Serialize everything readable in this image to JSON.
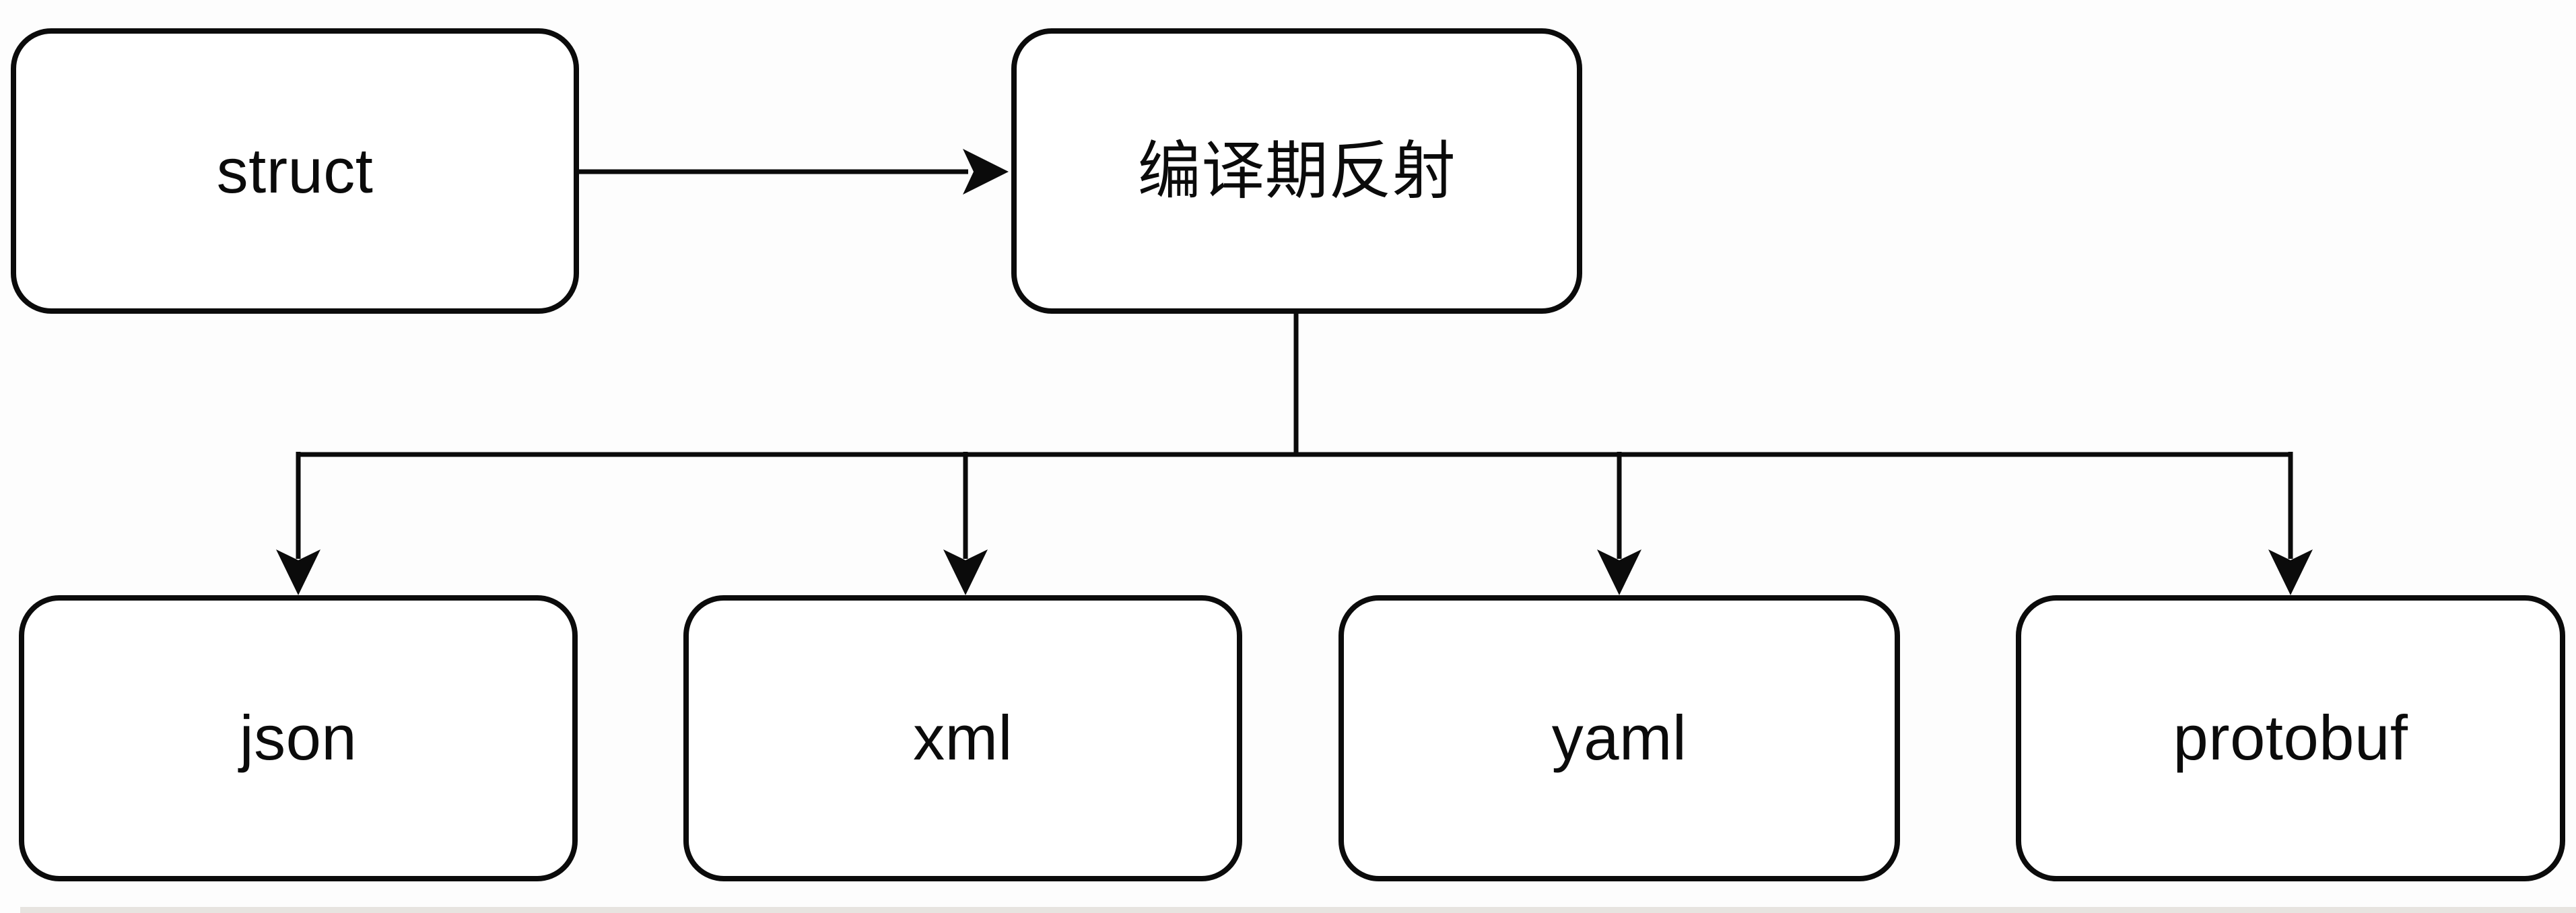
{
  "diagram": {
    "background_color": "#ffffff",
    "stroke_color": "#0b0b0b",
    "text_color": "#0b0b0b",
    "nodes": [
      {
        "id": "struct",
        "label": "struct"
      },
      {
        "id": "hub",
        "label": "编译期反射"
      },
      {
        "id": "json",
        "label": "json"
      },
      {
        "id": "xml",
        "label": "xml"
      },
      {
        "id": "yaml",
        "label": "yaml"
      },
      {
        "id": "protobuf",
        "label": "protobuf"
      }
    ],
    "edges": [
      {
        "from": "struct",
        "to": "编译期反射"
      },
      {
        "from": "编译期反射",
        "to": "json"
      },
      {
        "from": "编译期反射",
        "to": "xml"
      },
      {
        "from": "编译期反射",
        "to": "yaml"
      },
      {
        "from": "编译期反射",
        "to": "protobuf"
      }
    ]
  }
}
